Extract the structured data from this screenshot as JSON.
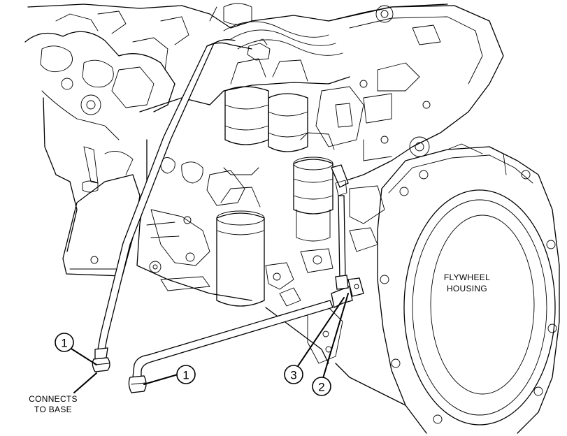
{
  "labels": {
    "flywheel_line1": "FLYWHEEL",
    "flywheel_line2": "HOUSING",
    "connects_line1": "CONNECTS",
    "connects_line2": "TO BASE"
  },
  "callouts": {
    "c1a": "1",
    "c1b": "1",
    "c2": "2",
    "c3": "3"
  },
  "colors": {
    "ink": "#000000",
    "paper": "#ffffff"
  }
}
